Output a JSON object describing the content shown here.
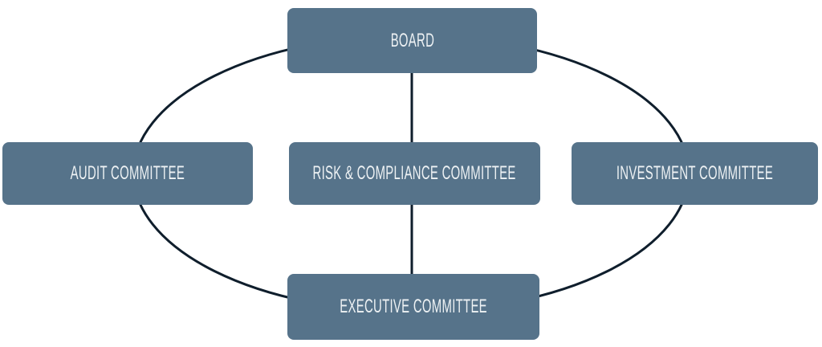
{
  "diagram": {
    "type": "org-chart",
    "nodes": [
      {
        "id": "board",
        "label": "BOARD"
      },
      {
        "id": "audit-committee",
        "label": "AUDIT COMMITTEE"
      },
      {
        "id": "risk-compliance-committee",
        "label": "RISK & COMPLIANCE COMMITTEE"
      },
      {
        "id": "investment-committee",
        "label": "INVESTMENT COMMITTEE"
      },
      {
        "id": "executive-committee",
        "label": "EXECUTIVE COMMITTEE"
      }
    ],
    "edges": [
      {
        "from": "board",
        "to": "risk-compliance-committee",
        "type": "straight-vertical"
      },
      {
        "from": "risk-compliance-committee",
        "to": "executive-committee",
        "type": "straight-vertical"
      },
      {
        "from": "board",
        "to": "audit-committee",
        "type": "ellipse-arc"
      },
      {
        "from": "audit-committee",
        "to": "executive-committee",
        "type": "ellipse-arc"
      },
      {
        "from": "executive-committee",
        "to": "investment-committee",
        "type": "ellipse-arc"
      },
      {
        "from": "investment-committee",
        "to": "board",
        "type": "ellipse-arc"
      }
    ],
    "colors": {
      "node_fill": "#56738a",
      "node_text": "#eef2f4",
      "connector": "#0f1e2c",
      "background": "#ffffff"
    }
  }
}
